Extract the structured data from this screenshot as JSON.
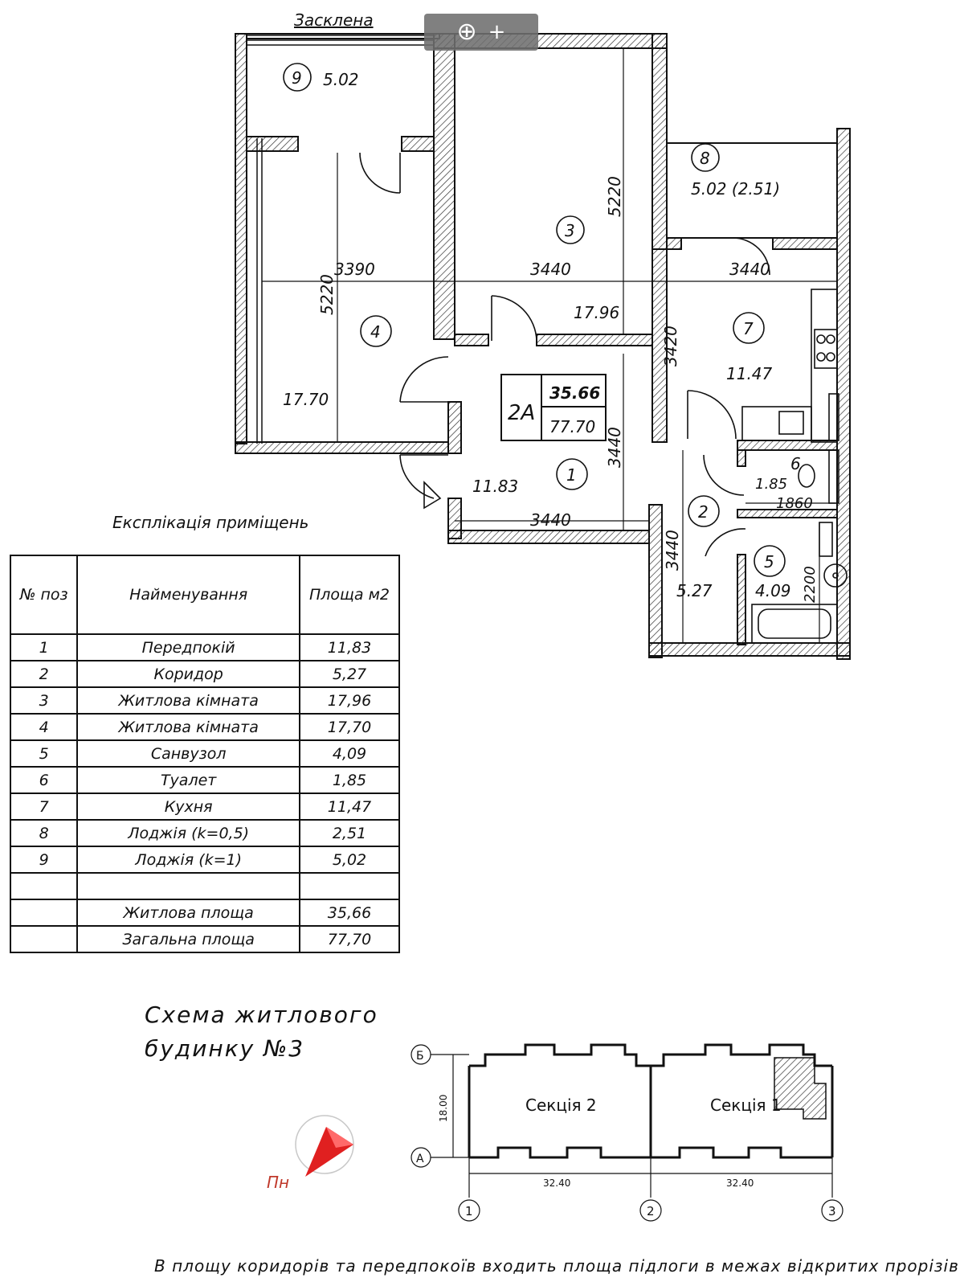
{
  "plan": {
    "glazed_label": "Засклена",
    "apartment_code": "2А",
    "apartment_living": "35.66",
    "apartment_total": "77.70",
    "room_numbers": [
      "1",
      "2",
      "3",
      "4",
      "5",
      "6",
      "7",
      "8",
      "9"
    ],
    "room_areas": {
      "r1": "11.83",
      "r2": "5.27",
      "r3": "17.96",
      "r4": "17.70",
      "r5": "4.09",
      "r6": "1.85",
      "r7": "11.47",
      "r8": "5.02 (2.51)",
      "r9": "5.02"
    },
    "dims": {
      "d3390": "3390",
      "d3440_top": "3440",
      "d3440_right": "3440",
      "d5220_left": "5220",
      "d5220_right": "5220",
      "d3420": "3420",
      "d3440_hall_v": "3440",
      "d3440_hall_h": "3440",
      "d3440_corr_v": "3440",
      "d1860": "1860",
      "d2200": "2200"
    }
  },
  "toolbar": {
    "zoom_icon": "magnifier-plus-icon",
    "plus_label": "+"
  },
  "explication": {
    "title": "Експлікація приміщень",
    "headers": {
      "num": "№ поз",
      "name": "Найменування",
      "area": "Площа м2"
    },
    "rows": [
      {
        "num": "1",
        "name": "Передпокій",
        "area": "11,83"
      },
      {
        "num": "2",
        "name": "Коридор",
        "area": "5,27"
      },
      {
        "num": "3",
        "name": "Житлова кімната",
        "area": "17,96"
      },
      {
        "num": "4",
        "name": "Житлова кімната",
        "area": "17,70"
      },
      {
        "num": "5",
        "name": "Санвузол",
        "area": "4,09"
      },
      {
        "num": "6",
        "name": "Туалет",
        "area": "1,85"
      },
      {
        "num": "7",
        "name": "Кухня",
        "area": "11,47"
      },
      {
        "num": "8",
        "name": "Лоджія (k=0,5)",
        "area": "2,51"
      },
      {
        "num": "9",
        "name": "Лоджія (k=1)",
        "area": "5,02"
      },
      {
        "num": "",
        "name": "",
        "area": ""
      }
    ],
    "totals": [
      {
        "name": "Житлова площа",
        "area": "35,66"
      },
      {
        "name": "Загальна площа",
        "area": "77,70"
      }
    ]
  },
  "scheme": {
    "title_line1": "Схема житлового",
    "title_line2": "будинку №3",
    "section2": "Секція 2",
    "section1": "Секція 1",
    "height_dim": "18.00",
    "width_dim_left": "32.40",
    "width_dim_right": "32.40",
    "axis_rows": [
      "Б",
      "А"
    ],
    "axis_cols": [
      "1",
      "2",
      "3"
    ],
    "north_label": "Пн",
    "colors": {
      "north_arrow": "#e02020",
      "north_label": "#c0392b"
    }
  },
  "footnote": "В площу коридорів та передпокоїв входить площа підлоги в межах відкритих прорізів"
}
